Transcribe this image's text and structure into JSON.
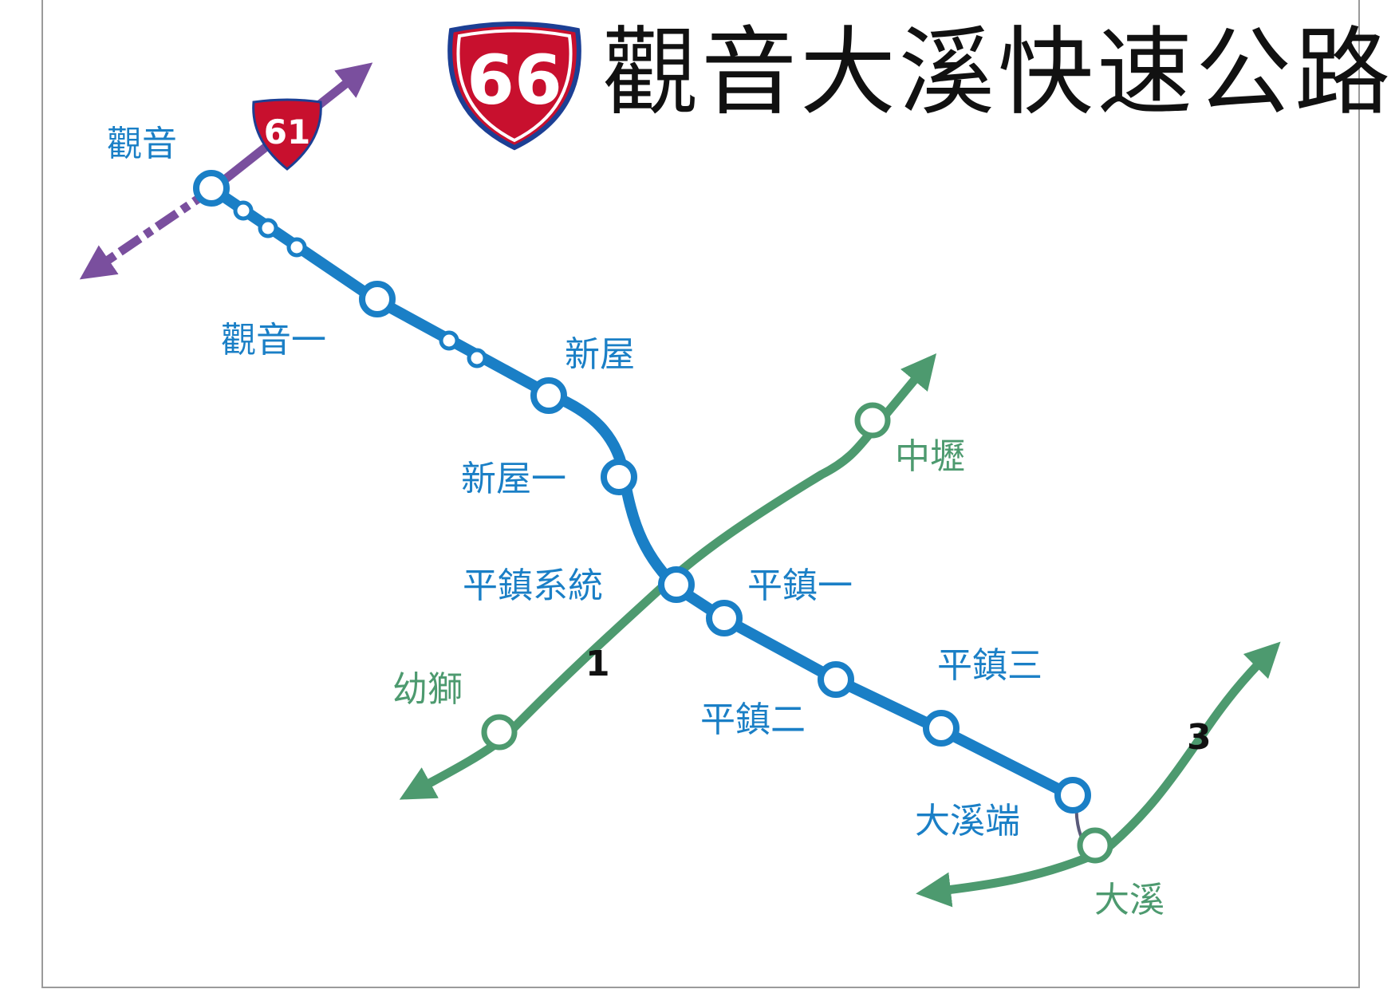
{
  "title": {
    "route_number": "66",
    "name": "觀音大溪快速公路"
  },
  "connecting_route": {
    "number": "61"
  },
  "colors": {
    "main_line": "#1a7fc6",
    "cross_lines": "#4d9a6f",
    "route_61": "#7a4f9e",
    "shield_red": "#c8102e",
    "shield_border": "#1c3f94"
  },
  "stations": {
    "guanyin": "觀音",
    "guanyin_1": "觀音一",
    "xinwu": "新屋",
    "xinwu_1": "新屋一",
    "pingzhen_sys": "平鎮系統",
    "pingzhen_1": "平鎮一",
    "pingzhen_2": "平鎮二",
    "pingzhen_3": "平鎮三",
    "daxi_end": "大溪端"
  },
  "cross_route_places": {
    "zhongli": "中壢",
    "youshi": "幼獅",
    "daxi": "大溪"
  },
  "cross_route_numbers": {
    "route_1": "1",
    "route_3": "3"
  }
}
